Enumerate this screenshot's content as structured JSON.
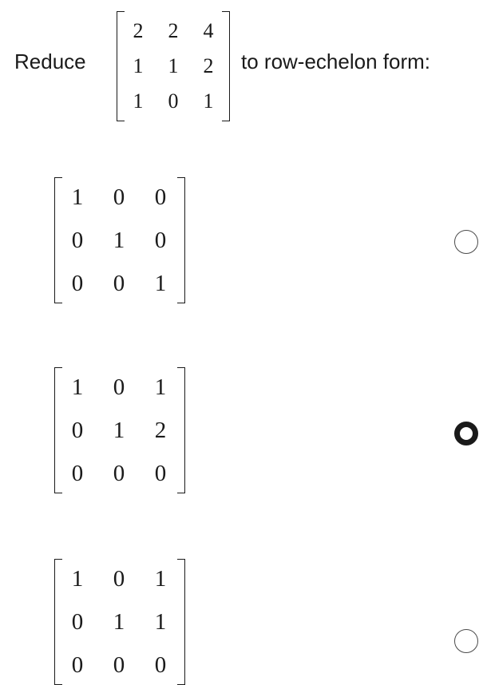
{
  "question": {
    "prefix": "Reduce",
    "suffix": "to row-echelon form:",
    "matrix": [
      [
        "2",
        "2",
        "4"
      ],
      [
        "1",
        "1",
        "2"
      ],
      [
        "1",
        "0",
        "1"
      ]
    ]
  },
  "options": [
    {
      "matrix": [
        [
          "1",
          "0",
          "0"
        ],
        [
          "0",
          "1",
          "0"
        ],
        [
          "0",
          "0",
          "1"
        ]
      ],
      "selected": false
    },
    {
      "matrix": [
        [
          "1",
          "0",
          "1"
        ],
        [
          "0",
          "1",
          "2"
        ],
        [
          "0",
          "0",
          "0"
        ]
      ],
      "selected": true
    },
    {
      "matrix": [
        [
          "1",
          "0",
          "1"
        ],
        [
          "0",
          "1",
          "1"
        ],
        [
          "0",
          "0",
          "0"
        ]
      ],
      "selected": false
    }
  ]
}
